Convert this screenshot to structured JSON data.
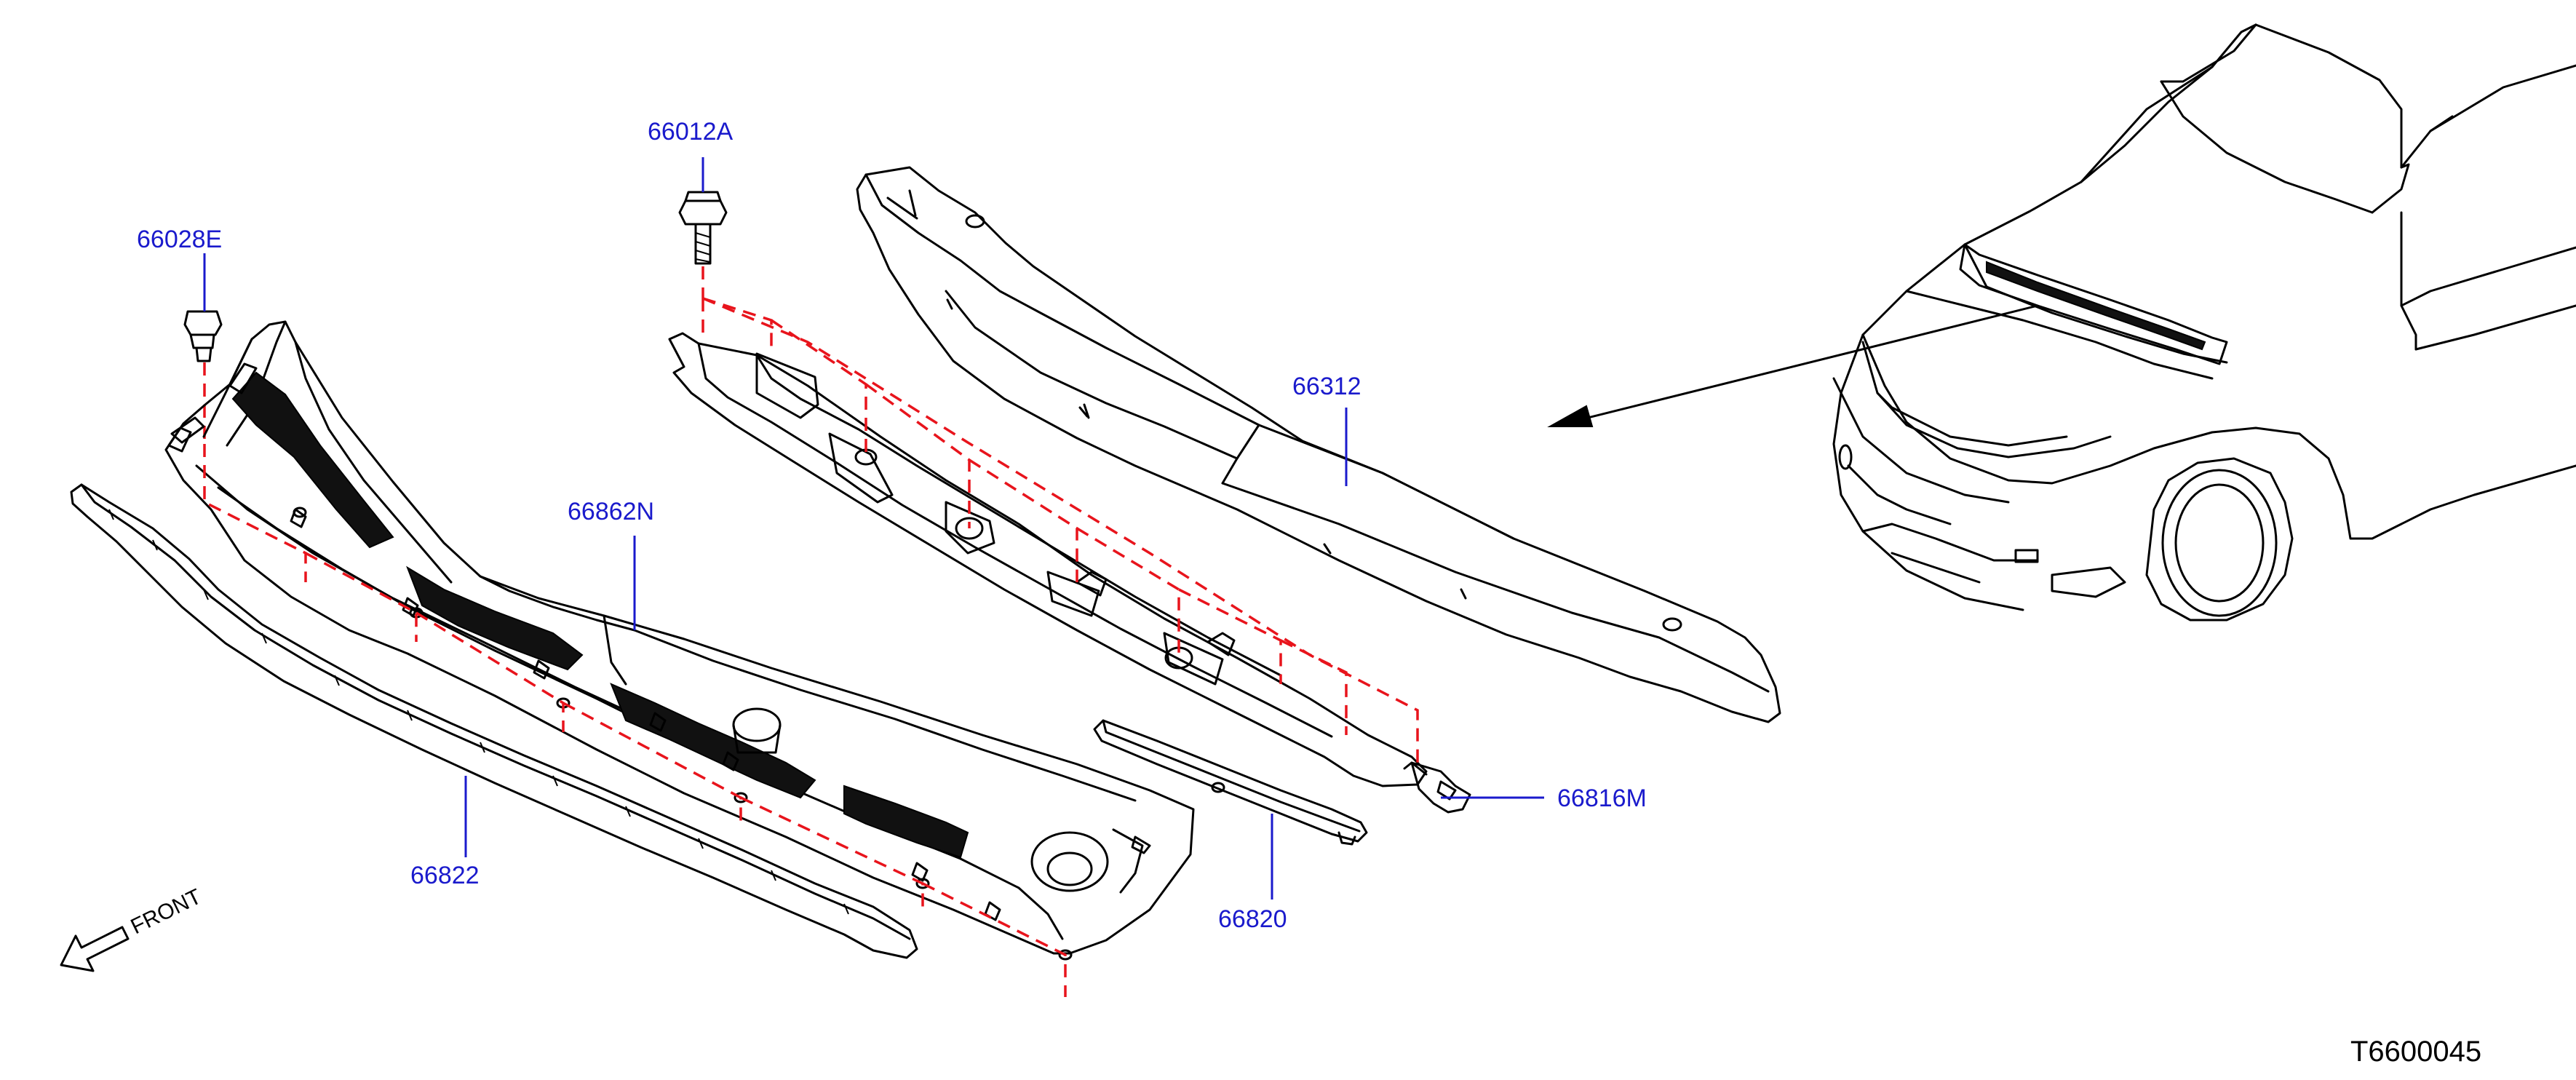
{
  "callouts": {
    "c66028E": "66028E",
    "c66012A": "66012A",
    "c66312": "66312",
    "c66862N": "66862N",
    "c66816M": "66816M",
    "c66820": "66820",
    "c66822": "66822"
  },
  "front_label": "FRONT",
  "reference_code": "T6600045",
  "colors": {
    "callout_text": "#1a1acc",
    "callout_leader": "#1a1acc",
    "fastener_dash": "#e8141c",
    "line_art": "#000000"
  }
}
